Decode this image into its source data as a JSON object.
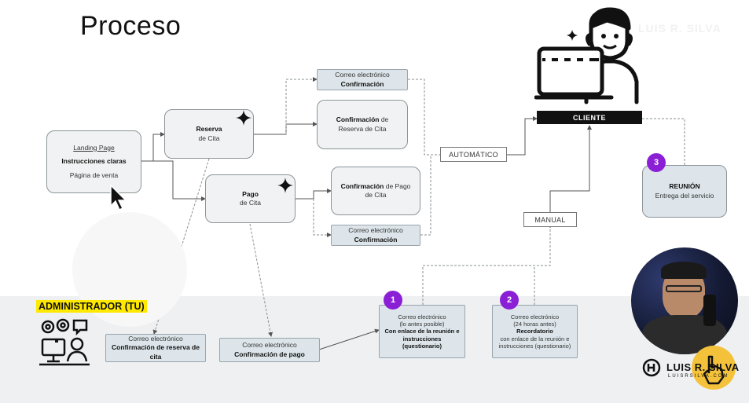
{
  "title": "Proceso",
  "nodes": {
    "landing": {
      "link": "Landing Page",
      "bold": "Instrucciones claras",
      "sub": "Página de venta"
    },
    "reserva": {
      "bold": "Reserva",
      "sub": "de Cita"
    },
    "pago": {
      "bold": "Pago",
      "sub": "de Cita"
    },
    "email_conf_top": {
      "line1": "Correo electrónico",
      "bold": "Confirmación"
    },
    "conf_reserva": {
      "bold": "Confirmación",
      "rest1": " de",
      "rest2": "Reserva de Cita"
    },
    "conf_pago": {
      "bold": "Confirmación",
      "rest1": " de Pago",
      "rest2": "de Cita"
    },
    "email_conf_bottom": {
      "line1": "Correo electrónico",
      "bold": "Confirmación"
    },
    "email_conf_reserva": {
      "line1": "Correo electrónico",
      "bold": "Confirmación de reserva de cita"
    },
    "email_conf_pago": {
      "line1": "Correo electrónico",
      "bold": "Confirmación de pago"
    },
    "email_1": {
      "line1": "Correo electrónico",
      "line2": "(lo antes posible)",
      "bold": "Con enlace de la reunión e instrucciones (questionario)"
    },
    "email_2": {
      "line1": "Correo electrónico",
      "line2": "(24 horas antes)",
      "bold": "Recordatorio",
      "rest": "con enlace de la reunión e instrucciones (questionario)"
    },
    "reunion": {
      "bold": "REUNIÓN",
      "sub": "Entrega del servicio"
    }
  },
  "tags": {
    "automatico": "AUTOMÁTICO",
    "manual": "MANUAL"
  },
  "badges": {
    "b1": "1",
    "b2": "2",
    "b3": "3"
  },
  "labels": {
    "admin": "ADMINISTRADOR (TU)",
    "cliente": "CLIENTE"
  },
  "watermark": {
    "name": "LUIS R. SILVA",
    "site": "LUISRSILVA.COM"
  },
  "colors": {
    "accent_purple": "#8a1fd6",
    "admin_yellow": "#ffe900",
    "node_blue": "#dde5ea"
  }
}
